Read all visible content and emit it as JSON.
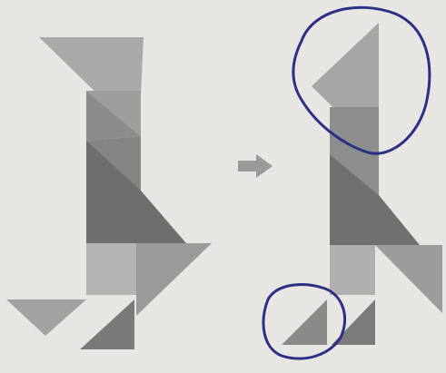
{
  "figure": {
    "left_panel": {
      "name": "original-tangram-figure"
    },
    "arrow": {
      "icon": "right-arrow-icon"
    },
    "right_panel": {
      "name": "rearranged-tangram-figure"
    },
    "annotations": [
      {
        "name": "ink-circle-top",
        "color": "#2b2f86"
      },
      {
        "name": "ink-circle-bottom",
        "color": "#2b2f86"
      }
    ]
  },
  "colors": {
    "paper": "#e7e6e2",
    "light_gray": "#a6a6a6",
    "medium_gray": "#8e8e8e",
    "dark_gray": "#6f6f6f",
    "arrow": "#9a9a9a",
    "ink": "#2b2f86"
  }
}
